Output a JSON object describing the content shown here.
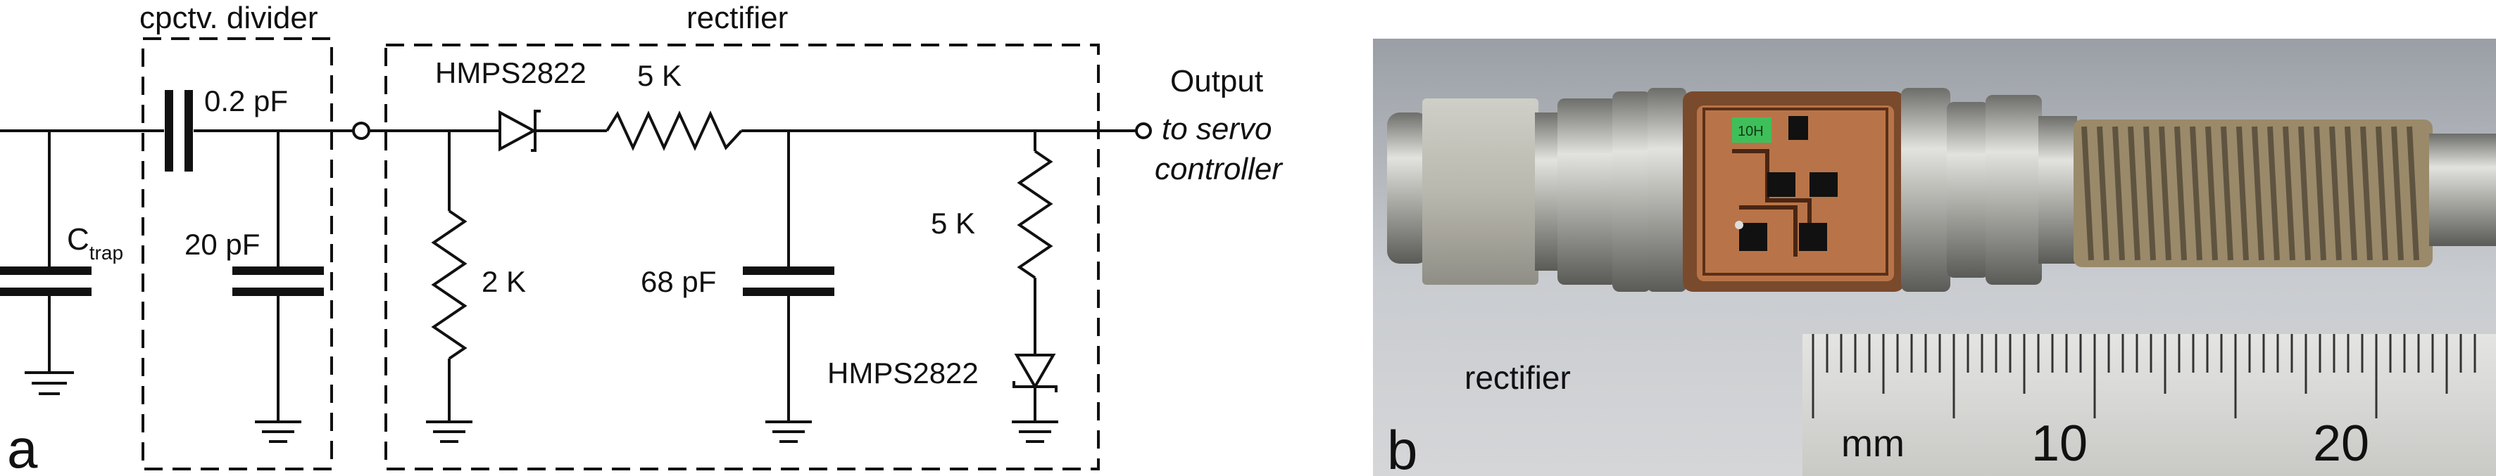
{
  "panel_a": {
    "letter": "a",
    "divider_title": "cpctv. divider",
    "rectifier_title": "rectifier",
    "c_trap_main": "C",
    "c_trap_sub": "trap",
    "cap_02": "0.2 pF",
    "cap_20": "20 pF",
    "diode1": "HMPS2822",
    "res1": "5 K",
    "res2": "2 K",
    "cap_68": "68 pF",
    "res3": "5 K",
    "diode2": "HMPS2822",
    "output_title": "Output",
    "output_line1": "to servo",
    "output_line2": "controller"
  },
  "panel_b": {
    "letter": "b",
    "rectifier_label": "rectifier",
    "ruler_unit": "mm",
    "ruler_10": "10",
    "ruler_20": "20",
    "smd_marking": "10H"
  },
  "colors": {
    "line": "#111111",
    "pcb": "#b87448",
    "metal": "#b5b5b0",
    "ruler": "#d8d8d6"
  }
}
